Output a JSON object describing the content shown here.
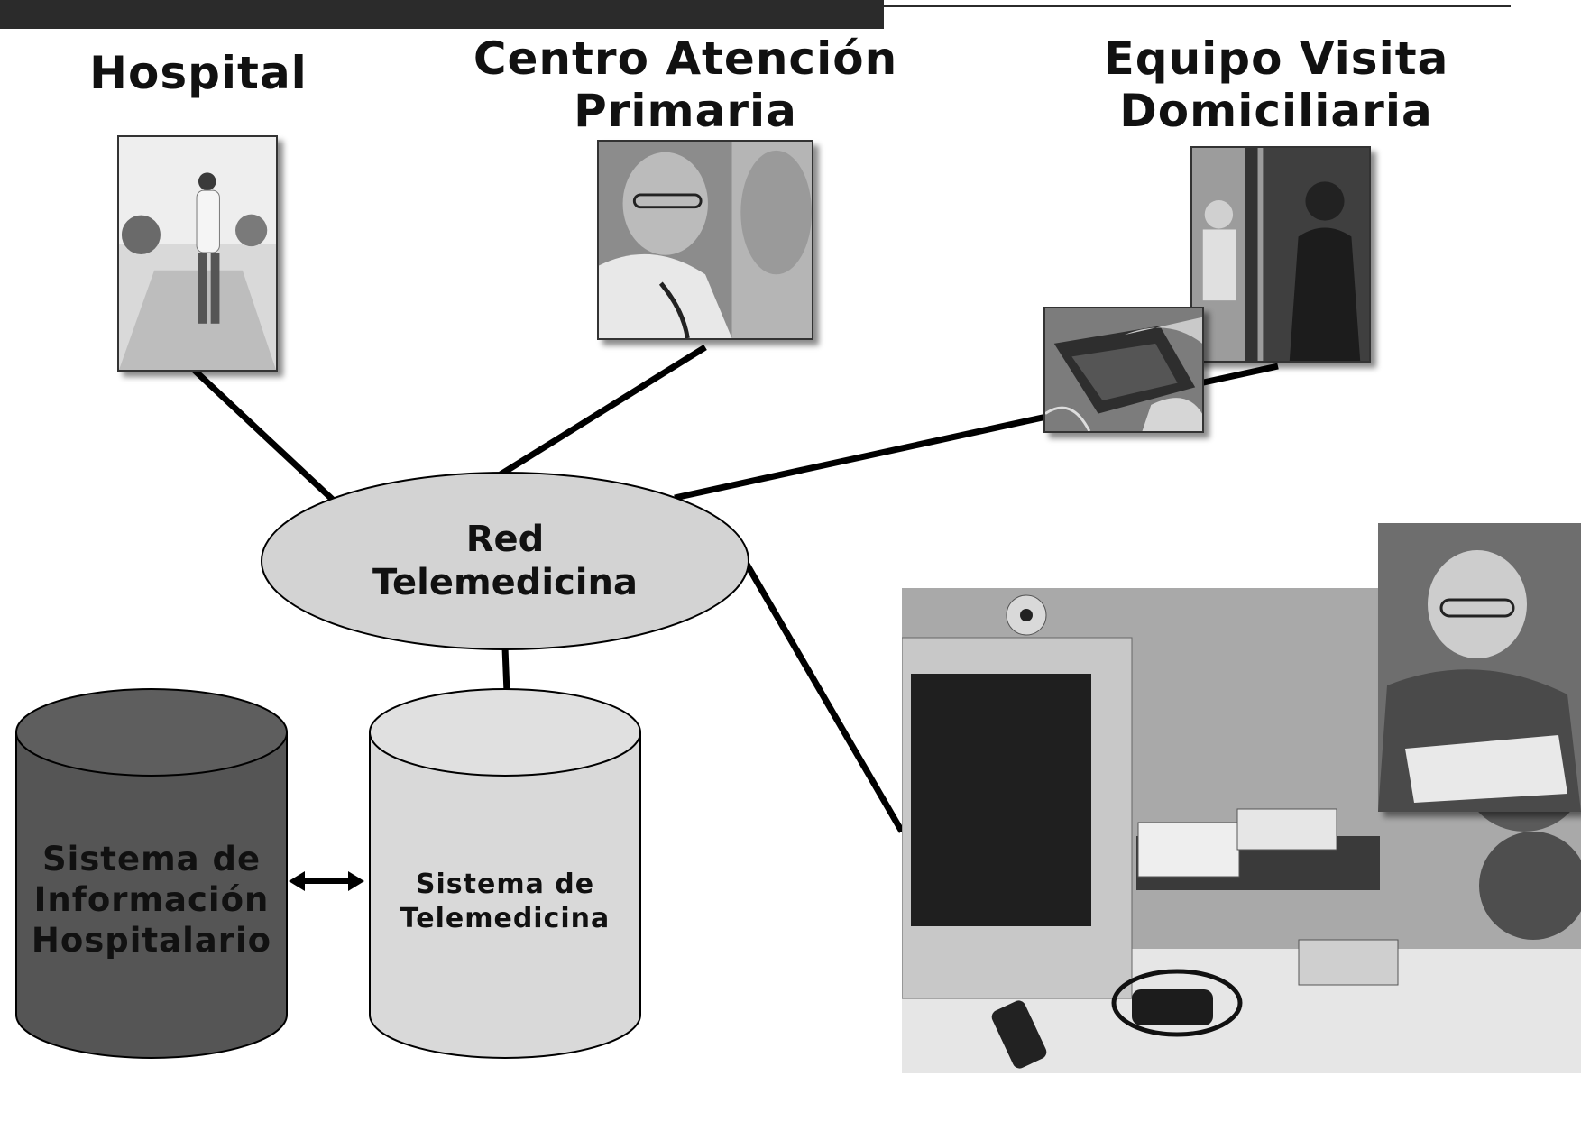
{
  "headings": {
    "hospital": "Hospital",
    "primary_care": [
      "Centro Atención",
      "Primaria"
    ],
    "home_visit": [
      "Equipo Visita",
      "Domiciliaria"
    ]
  },
  "network": {
    "label": [
      "Red",
      "Telemedicina"
    ]
  },
  "databases": {
    "his": [
      "Sistema de",
      "Información",
      "Hospitalario"
    ],
    "telemedicine": [
      "Sistema de",
      "Telemedicina"
    ]
  },
  "colors": {
    "network_fill": "#d3d3d3",
    "his_fill": "#555555",
    "tele_fill": "#d9d9d9",
    "line": "#000000"
  }
}
